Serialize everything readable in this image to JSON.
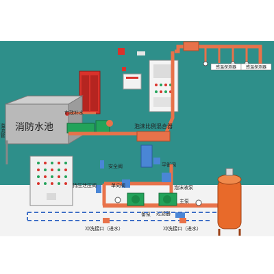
{
  "labels": {
    "tank": "消防水池",
    "overflow_pipe": "溢流管",
    "city_water": "市政补水",
    "foam_mixer": "泡沫比例混合器",
    "safety_valve": "安全阀",
    "balance_valve": "平衡阀",
    "check_valve": "单向阀",
    "pressure_relief_valve": "持压泄压阀",
    "foam_pump": "泡沫液泵",
    "standby_pump": "备泵",
    "main_pump": "主泵",
    "filter": "过滤器",
    "flush_inlet_left": "冲洗接口（进水）",
    "flush_inlet_right": "冲洗接口（进水）",
    "detector_left": "感温探测器",
    "detector_right": "感温探测器"
  },
  "colors": {
    "wall": "#2e8f8a",
    "floor": "#f3f3f3",
    "water_pipe": "#e8724a",
    "dashed_pipe": "#3f6fc6",
    "pump_green": "#23a35a",
    "valve_blue": "#4a86d6",
    "cabinet_red": "#d9322b",
    "tank_orange": "#e86a2a"
  }
}
